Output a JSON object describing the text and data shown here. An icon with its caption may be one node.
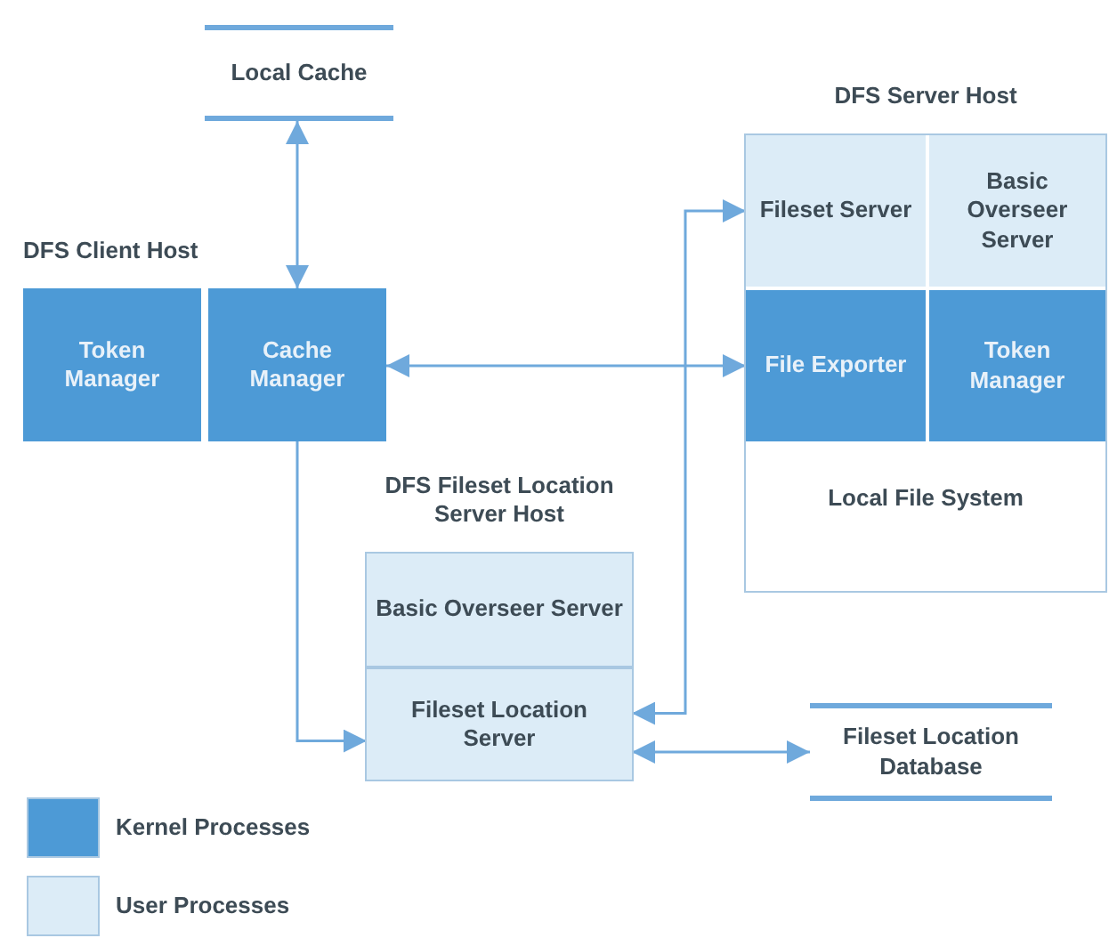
{
  "diagram": {
    "nodes": [
      {
        "text": [
          "Local Cache"
        ]
      },
      {
        "text": [
          "Token Manager"
        ]
      },
      {
        "text": [
          "Cache Manager"
        ]
      },
      {
        "text": [
          "DFS Server Host",
          "Local File System"
        ]
      },
      {
        "text": [
          "Fileset Server"
        ],
        "in": 3
      },
      {
        "text": [
          "Basic Overseer Server"
        ],
        "in": 3
      },
      {
        "text": [
          "File Exporter"
        ],
        "in": 3
      },
      {
        "text": [
          "Token Manager"
        ],
        "in": 3
      },
      {
        "text": [
          "DFS Fileset Location Server Host"
        ]
      },
      {
        "text": [
          "Basic Overseer Server"
        ],
        "in": 8
      },
      {
        "text": [
          "Fileset Location Server"
        ],
        "in": 8
      },
      {
        "text": [
          "Fileset Location Database"
        ]
      }
    ],
    "edges": [
      {
        "from": 0,
        "to": 2,
        "arrow": "both"
      },
      {
        "from": 2,
        "to": 6,
        "arrow": "both"
      },
      {
        "from": 2,
        "to": 10,
        "arrow": "to"
      },
      {
        "from": 4,
        "to": 10,
        "arrow": "both"
      },
      {
        "from": 10,
        "to": 11,
        "arrow": "both"
      }
    ],
    "labels": [
      "DFS Client Host"
    ],
    "legend": [
      {
        "text": "Kernel Processes",
        "color": "#4d9ad6"
      },
      {
        "text": "User Processes",
        "color": "#dcecf7"
      }
    ]
  }
}
